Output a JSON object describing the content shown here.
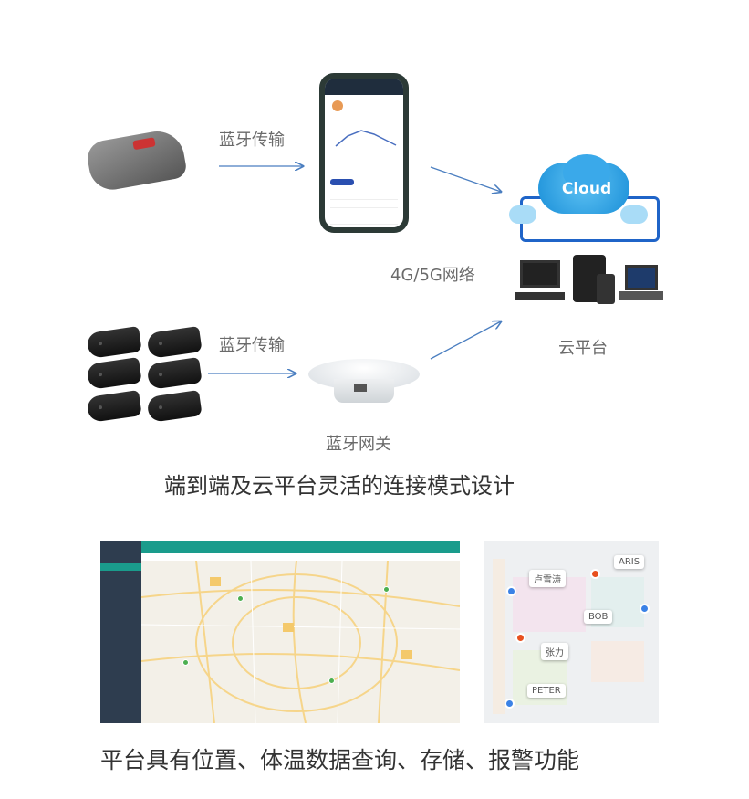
{
  "diagram": {
    "bluetooth_label_top": "蓝牙传输",
    "bluetooth_label_bottom": "蓝牙传输",
    "network_label": "4G/5G网络",
    "cloud_label": "Cloud",
    "cloud_platform_label": "云平台",
    "gateway_label": "蓝牙网关",
    "caption": "端到端及云平台灵活的连接模式设计",
    "arrow_color": "#4a7ec0"
  },
  "floor_map": {
    "people": [
      {
        "name": "卢雪涛",
        "marker_color": "#3b82e6"
      },
      {
        "name": "ARIS",
        "marker_color": "#e8501e"
      },
      {
        "name": "BOB",
        "marker_color": "#3b82e6"
      },
      {
        "name": "张力",
        "marker_color": "#e8501e"
      },
      {
        "name": "PETER",
        "marker_color": "#3b82e6"
      }
    ]
  },
  "footer": {
    "caption": "平台具有位置、体温数据查询、存储、报警功能"
  }
}
